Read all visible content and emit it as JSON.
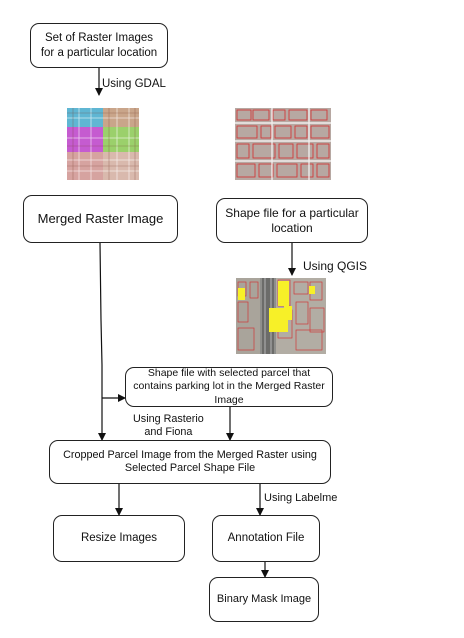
{
  "boxes": {
    "raster_set": "Set of Raster Images for a particular location",
    "merged_raster": "Merged Raster Image",
    "shape_file": "Shape file for a particular location",
    "selected_parcel": "Shape file with selected parcel that contains parking lot in the Merged Raster Image",
    "cropped_parcel": "Cropped Parcel Image from the Merged Raster using Selected Parcel Shape File",
    "resize": "Resize Images",
    "annotation": "Annotation File",
    "binary_mask": "Binary Mask Image"
  },
  "edge_labels": {
    "gdal": "Using GDAL",
    "qgis": "Using QGIS",
    "rasterio": "Using Rasterio\nand Fiona",
    "labelme": "Using Labelme"
  },
  "images": {
    "tiles": "merged-raster-tiles-thumbnail",
    "parcels": "parcel-map-thumbnail",
    "parking": "parking-lot-highlight-thumbnail"
  }
}
